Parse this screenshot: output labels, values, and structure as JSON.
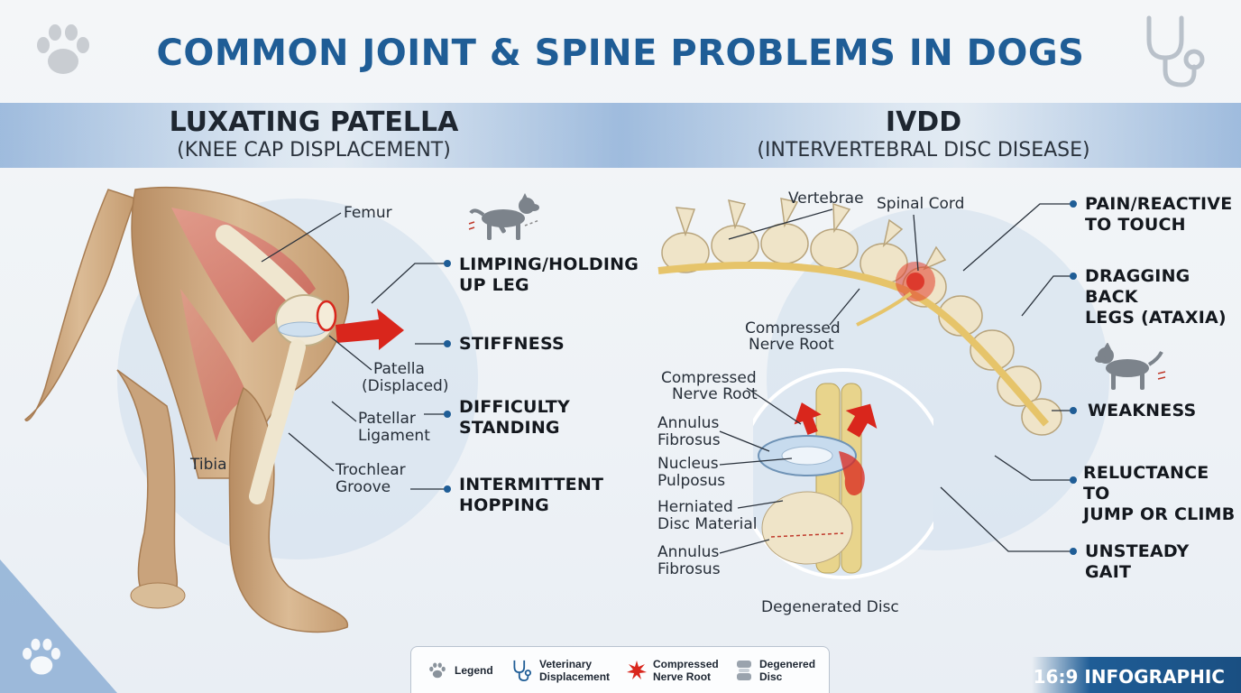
{
  "title": "COMMON JOINT & SPINE PROBLEMS IN DOGS",
  "left": {
    "title": "LUXATING PATELLA",
    "subtitle": "(KNEE CAP DISPLACEMENT)",
    "labels": {
      "femur": "Femur",
      "patella_line1": "Patella",
      "patella_line2": "(Displaced)",
      "ligament_line1": "Patellar",
      "ligament_line2": "Ligament",
      "tibia": "Tibia",
      "groove_line1": "Trochlear",
      "groove_line2": "Groove"
    },
    "symptoms": [
      {
        "line1": "LIMPING/HOLDING",
        "line2": "UP LEG"
      },
      {
        "line1": "STIFFNESS",
        "line2": ""
      },
      {
        "line1": "DIFFICULTY",
        "line2": "STANDING"
      },
      {
        "line1": "INTERMITTENT",
        "line2": "HOPPING"
      }
    ]
  },
  "right": {
    "title": "IVDD",
    "subtitle": "(INTERVERTEBRAL DISC DISEASE)",
    "labels": {
      "vertebrae": "Vertebrae",
      "spinal_cord": "Spinal Cord",
      "compressed_root_a1": "Compressed",
      "compressed_root_a2": "Nerve Root",
      "compressed_root_b1": "Compressed",
      "compressed_root_b2": "Nerve Root",
      "annulus_a1": "Annulus",
      "annulus_a2": "Fibrosus",
      "nucleus1": "Nucleus",
      "nucleus2": "Pulposus",
      "herniated1": "Herniated",
      "herniated2": "Disc Material",
      "annulus_b1": "Annulus",
      "annulus_b2": "Fibrosus",
      "degenerated": "Degenerated Disc"
    },
    "symptoms": [
      {
        "line1": "PAIN/REACTIVE",
        "line2": "TO TOUCH"
      },
      {
        "line1": "DRAGGING BACK",
        "line2": "LEGS (ATAXIA)"
      },
      {
        "line1": "WEAKNESS",
        "line2": ""
      },
      {
        "line1": "RELUCTANCE TO",
        "line2": "JUMP OR CLIMB"
      },
      {
        "line1": "UNSTEADY GAIT",
        "line2": ""
      }
    ]
  },
  "legend": [
    {
      "icon": "paw-icon",
      "line1": "Legend",
      "line2": ""
    },
    {
      "icon": "stethoscope-icon",
      "line1": "Veterinary",
      "line2": "Displacement"
    },
    {
      "icon": "burst-icon",
      "line1": "Compressed",
      "line2": "Nerve Root"
    },
    {
      "icon": "disc-icon",
      "line1": "Degenered",
      "line2": "Disc"
    }
  ],
  "badge": "16:9 INFOGRAPHIC",
  "colors": {
    "accent": "#1f5d96",
    "alert": "#d9261c",
    "muscle": "#c9625a",
    "bone": "#efe6cf",
    "fur": "#c8a27a"
  }
}
